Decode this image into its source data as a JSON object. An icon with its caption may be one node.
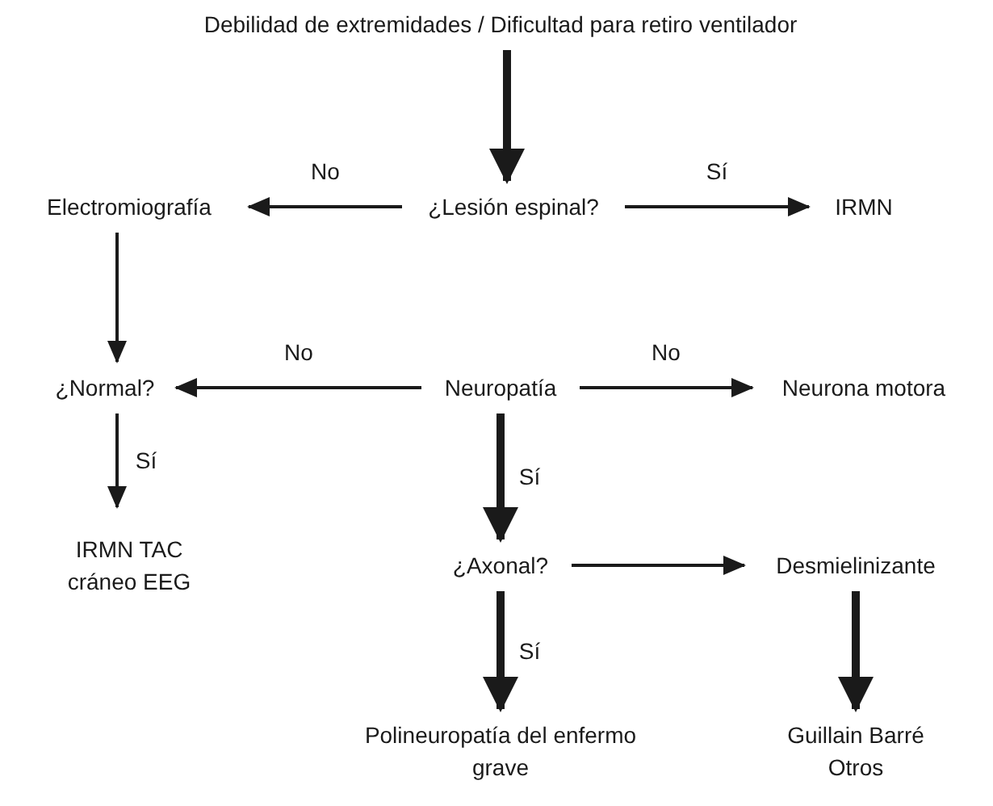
{
  "diagram": {
    "nodes": [
      {
        "text": [
          "Debilidad de extremidades / Dificultad para retiro ventilador"
        ]
      },
      {
        "text": [
          "¿Lesión espinal?"
        ]
      },
      {
        "text": [
          "Electromiografía"
        ]
      },
      {
        "text": [
          "IRMN"
        ]
      },
      {
        "text": [
          "¿Normal?"
        ]
      },
      {
        "text": [
          "Neuropatía"
        ]
      },
      {
        "text": [
          "Neurona motora"
        ]
      },
      {
        "text": [
          "IRMN TAC cráneo EEG"
        ]
      },
      {
        "text": [
          "¿Axonal?"
        ]
      },
      {
        "text": [
          "Desmielinizante"
        ]
      },
      {
        "text": [
          "Polineuropatía del enfermo grave"
        ]
      },
      {
        "text": [
          "Guillain Barré Otros"
        ]
      }
    ],
    "edges": [
      {
        "from": 0,
        "to": 1,
        "arrow": "to",
        "style": "thick"
      },
      {
        "from": 1,
        "to": 2,
        "arrow": "to",
        "label": "No"
      },
      {
        "from": 1,
        "to": 3,
        "arrow": "to",
        "label": "Sí"
      },
      {
        "from": 2,
        "to": 4,
        "arrow": "to"
      },
      {
        "from": 5,
        "to": 4,
        "arrow": "to",
        "label": "No"
      },
      {
        "from": 5,
        "to": 6,
        "arrow": "to",
        "label": "No"
      },
      {
        "from": 4,
        "to": 7,
        "arrow": "to",
        "label": "Sí"
      },
      {
        "from": 5,
        "to": 8,
        "arrow": "to",
        "style": "thick",
        "label": "Sí"
      },
      {
        "from": 8,
        "to": 9,
        "arrow": "to"
      },
      {
        "from": 8,
        "to": 10,
        "arrow": "to",
        "style": "thick",
        "label": "Sí"
      },
      {
        "from": 9,
        "to": 11,
        "arrow": "to",
        "style": "thick"
      }
    ]
  }
}
